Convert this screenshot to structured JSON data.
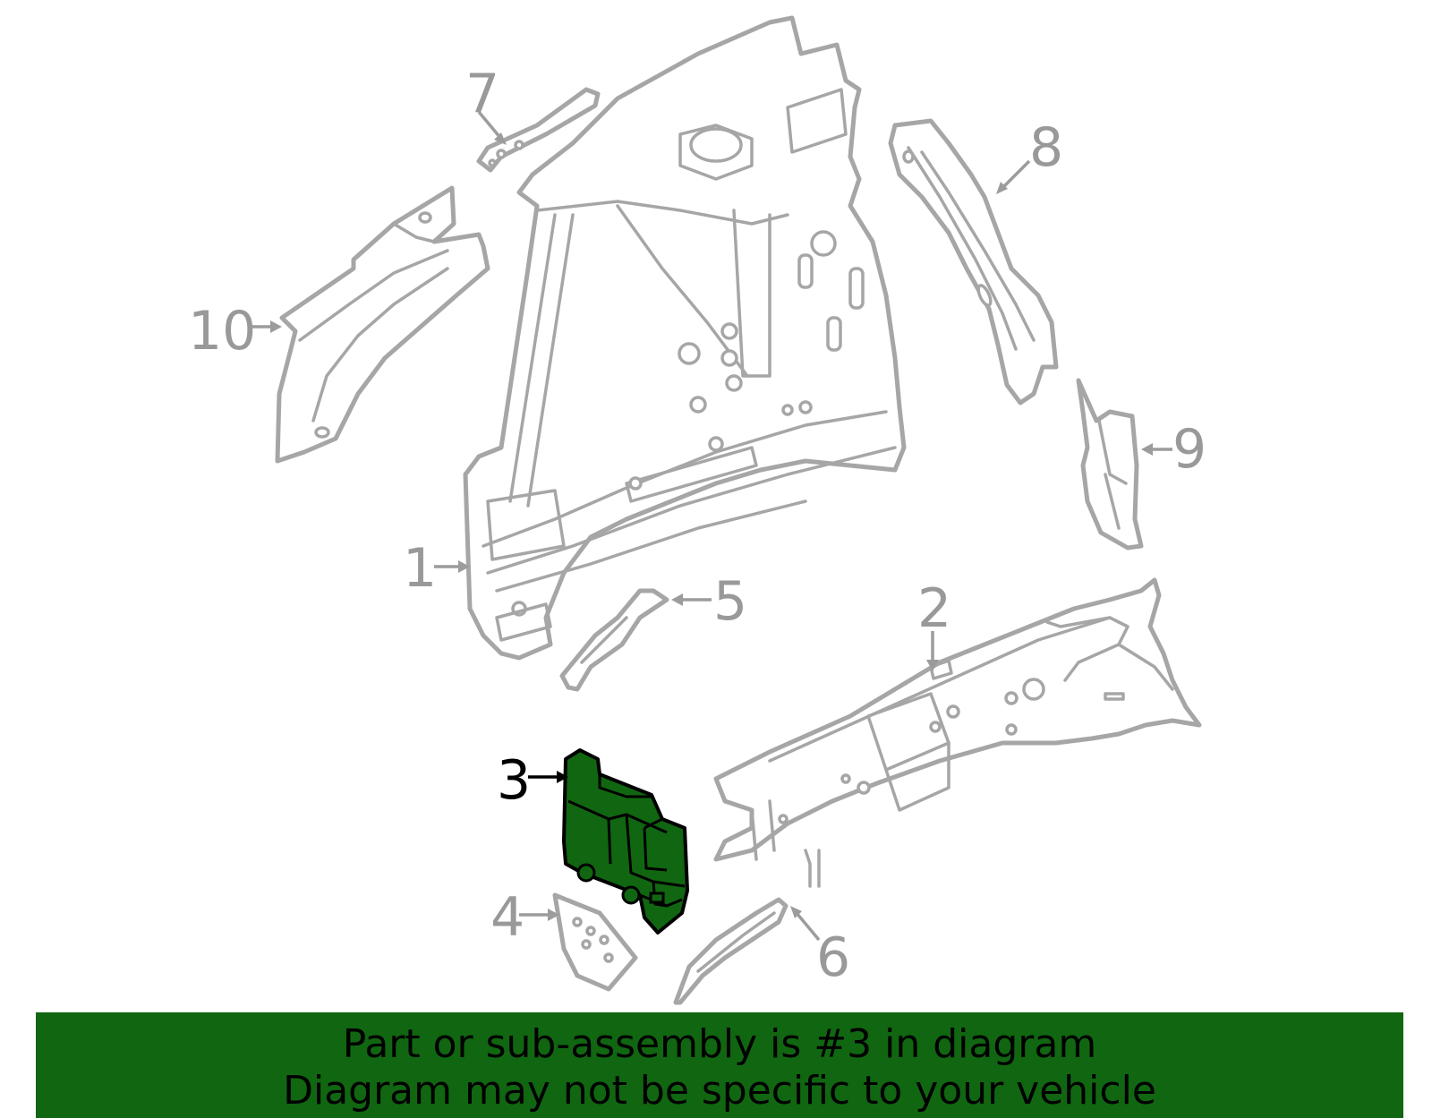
{
  "callouts": {
    "c1": "1",
    "c2": "2",
    "c3": "3",
    "c4": "4",
    "c5": "5",
    "c6": "6",
    "c7": "7",
    "c8": "8",
    "c9": "9",
    "c10": "10"
  },
  "highlighted_part": "3",
  "banner": {
    "line1": "Part or sub-assembly is #3 in diagram",
    "line2": "Diagram may not be specific to your vehicle"
  },
  "colors": {
    "highlight": "#116611",
    "outline": "#a6a6a6",
    "callout_text": "#999999"
  }
}
